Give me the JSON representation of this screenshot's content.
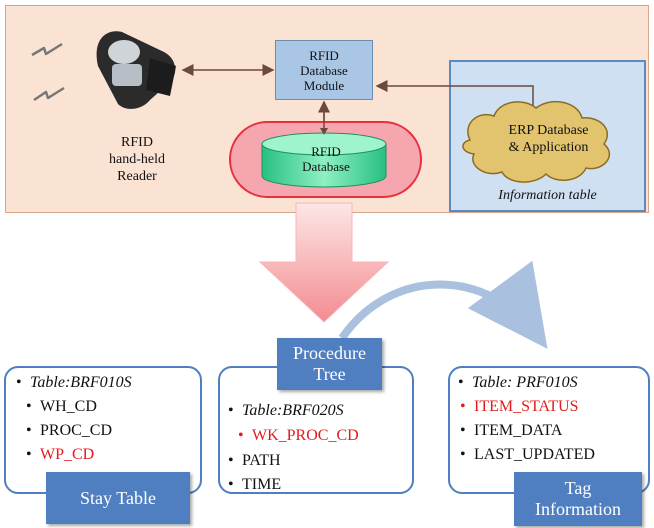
{
  "system": {
    "reader": {
      "line1": "RFID",
      "line2": "hand-held",
      "line3": "Reader"
    },
    "module": {
      "line1": "RFID",
      "line2": "Database",
      "line3": "Module"
    },
    "database": {
      "line1": "RFID",
      "line2": "Database"
    },
    "erp": {
      "line1": "ERP Database",
      "line2": "& Application"
    },
    "info_table_label": "Information table"
  },
  "stay_table": {
    "title": "Stay Table",
    "table_name": "Table:BRF010S",
    "fields": [
      {
        "name": "WH_CD",
        "color": "#111111"
      },
      {
        "name": "PROC_CD",
        "color": "#111111"
      },
      {
        "name": "WP_CD",
        "color": "#e31b1b"
      }
    ]
  },
  "procedure_tree": {
    "title_line1": "Procedure",
    "title_line2": "Tree",
    "table_name": "Table:BRF020S",
    "fields": [
      {
        "name": "WK_PROC_CD",
        "color": "#e31b1b"
      },
      {
        "name": "PATH",
        "color": "#111111"
      },
      {
        "name": "TIME",
        "color": "#111111"
      }
    ]
  },
  "tag_information": {
    "title_line1": "Tag",
    "title_line2": "Information",
    "table_name": "Table: PRF010S",
    "fields": [
      {
        "name": "ITEM_STATUS",
        "color": "#e31b1b"
      },
      {
        "name": "ITEM_DATA",
        "color": "#111111"
      },
      {
        "name": "LAST_UPDATED",
        "color": "#111111"
      }
    ]
  }
}
